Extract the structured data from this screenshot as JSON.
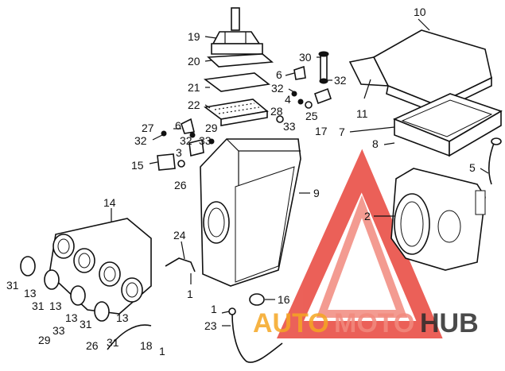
{
  "callouts": [
    {
      "id": "c19",
      "label": "19"
    },
    {
      "id": "c20",
      "label": "20"
    },
    {
      "id": "c21",
      "label": "21"
    },
    {
      "id": "c22",
      "label": "22"
    },
    {
      "id": "c10",
      "label": "10"
    },
    {
      "id": "c30",
      "label": "30"
    },
    {
      "id": "c32a",
      "label": "32"
    },
    {
      "id": "c6a",
      "label": "6"
    },
    {
      "id": "c32b",
      "label": "32"
    },
    {
      "id": "c4",
      "label": "4"
    },
    {
      "id": "c28",
      "label": "28"
    },
    {
      "id": "c25",
      "label": "25"
    },
    {
      "id": "c33a",
      "label": "33"
    },
    {
      "id": "c17",
      "label": "17"
    },
    {
      "id": "c11",
      "label": "11"
    },
    {
      "id": "c7",
      "label": "7"
    },
    {
      "id": "c8",
      "label": "8"
    },
    {
      "id": "c27",
      "label": "27"
    },
    {
      "id": "c32c",
      "label": "32"
    },
    {
      "id": "c6b",
      "label": "6"
    },
    {
      "id": "c29a",
      "label": "29"
    },
    {
      "id": "c32d",
      "label": "32"
    },
    {
      "id": "c33b",
      "label": "33"
    },
    {
      "id": "c3",
      "label": "3"
    },
    {
      "id": "c15",
      "label": "15"
    },
    {
      "id": "c26a",
      "label": "26"
    },
    {
      "id": "c9",
      "label": "9"
    },
    {
      "id": "c5",
      "label": "5"
    },
    {
      "id": "c2",
      "label": "2"
    },
    {
      "id": "c14",
      "label": "14"
    },
    {
      "id": "c24",
      "label": "24"
    },
    {
      "id": "c1a",
      "label": "1"
    },
    {
      "id": "c16",
      "label": "16"
    },
    {
      "id": "c1b",
      "label": "1"
    },
    {
      "id": "c23",
      "label": "23"
    },
    {
      "id": "c31a",
      "label": "31"
    },
    {
      "id": "c13a",
      "label": "13"
    },
    {
      "id": "c31b",
      "label": "31"
    },
    {
      "id": "c13b",
      "label": "13"
    },
    {
      "id": "c13c",
      "label": "13"
    },
    {
      "id": "c33c",
      "label": "33"
    },
    {
      "id": "c31c",
      "label": "31"
    },
    {
      "id": "c13d",
      "label": "13"
    },
    {
      "id": "c29b",
      "label": "29"
    },
    {
      "id": "c26b",
      "label": "26"
    },
    {
      "id": "c31d",
      "label": "31"
    },
    {
      "id": "c18",
      "label": "18"
    },
    {
      "id": "c1c",
      "label": "1"
    }
  ],
  "watermark": {
    "part1": "AUTO",
    "part2": "MOTO",
    "part3": "HUB",
    "color_auto": "#f5a623",
    "color_moto": "#f28a7e",
    "color_hub": "#2b2b2b",
    "triangle_color": "#e8453c"
  }
}
